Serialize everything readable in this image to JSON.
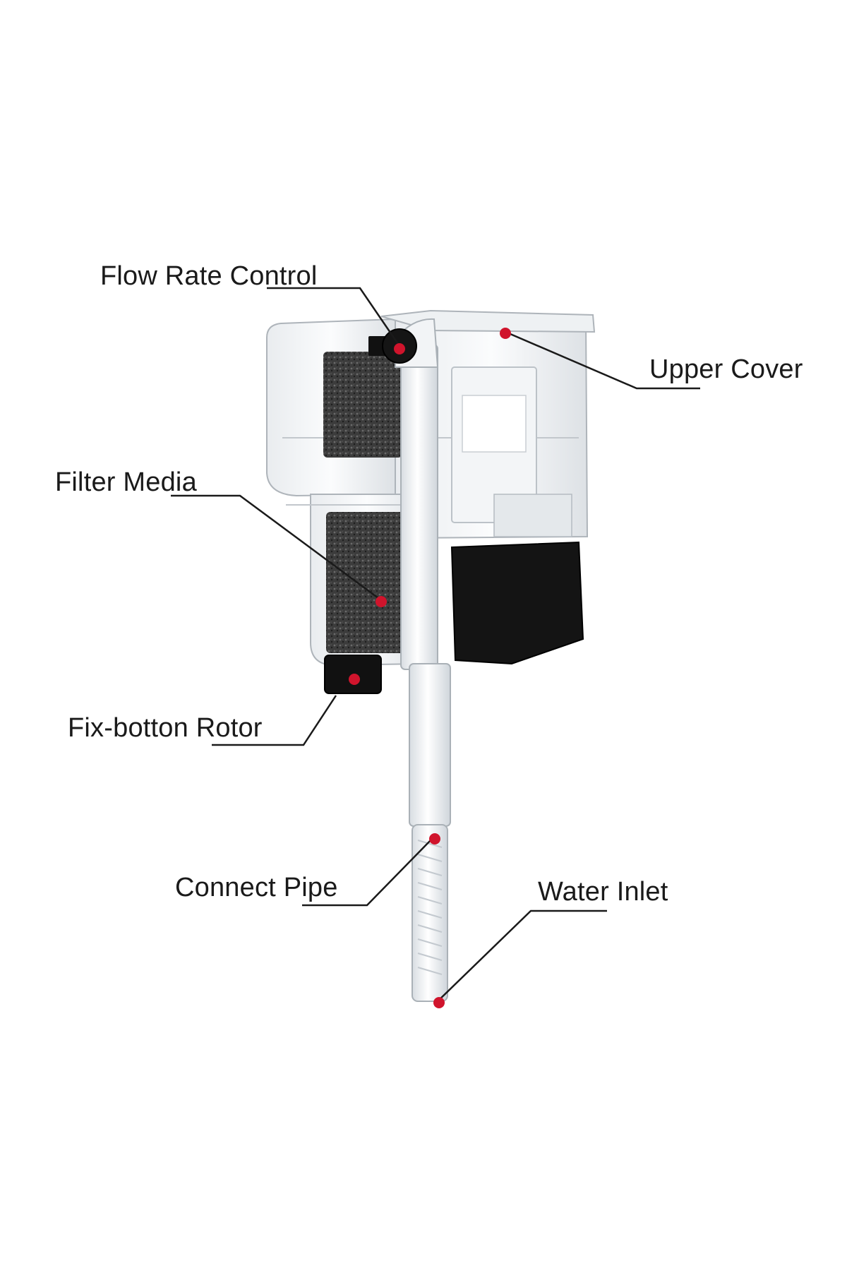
{
  "labels": {
    "flow_rate_control": "Flow Rate Control",
    "upper_cover": "Upper Cover",
    "filter_media": "Filter Media",
    "fix_bottom_rotor": "Fix-botton Rotor",
    "connect_pipe": "Connect Pipe",
    "water_inlet": "Water Inlet"
  },
  "colors": {
    "marker": "#d0142c",
    "leader_line": "#1a1a1a",
    "background": "#ffffff"
  }
}
